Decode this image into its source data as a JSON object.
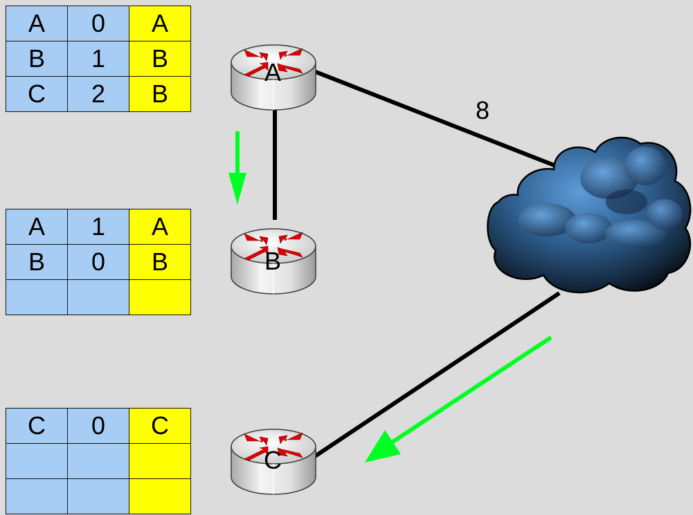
{
  "tables": [
    {
      "name": "table-a",
      "rows": [
        [
          "A",
          "0",
          "A"
        ],
        [
          "B",
          "1",
          "B"
        ],
        [
          "C",
          "2",
          "B"
        ]
      ]
    },
    {
      "name": "table-b",
      "rows": [
        [
          "A",
          "1",
          "A"
        ],
        [
          "B",
          "0",
          "B"
        ],
        [
          "",
          "",
          ""
        ]
      ]
    },
    {
      "name": "table-c",
      "rows": [
        [
          "C",
          "0",
          "C"
        ],
        [
          "",
          "",
          ""
        ],
        [
          "",
          "",
          ""
        ]
      ]
    }
  ],
  "routers": [
    {
      "id": "router-a",
      "label": "A"
    },
    {
      "id": "router-b",
      "label": "B"
    },
    {
      "id": "router-c",
      "label": "C"
    }
  ],
  "link_a_cloud_cost": "8",
  "colors": {
    "background": "#dcdcdc",
    "table_cell": "#a8cdf5",
    "next_hop_cell": "#ffff00",
    "arrow": "#00ff22",
    "router_arrow": "#e00000"
  }
}
